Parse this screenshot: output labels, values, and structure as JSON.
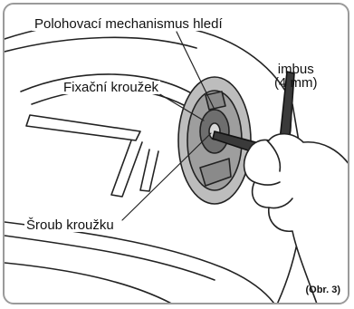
{
  "labels": {
    "mechanism": "Polohovací mechanismus hledí",
    "ring": "Fixační kroužek",
    "screw": "Šroub kroužku",
    "tool_name": "imbus",
    "tool_size": "(4 mm)",
    "figure": "(Obr. 3)"
  },
  "icons": [
    "helmet-illustration",
    "hand-illustration",
    "hex-key-illustration"
  ]
}
